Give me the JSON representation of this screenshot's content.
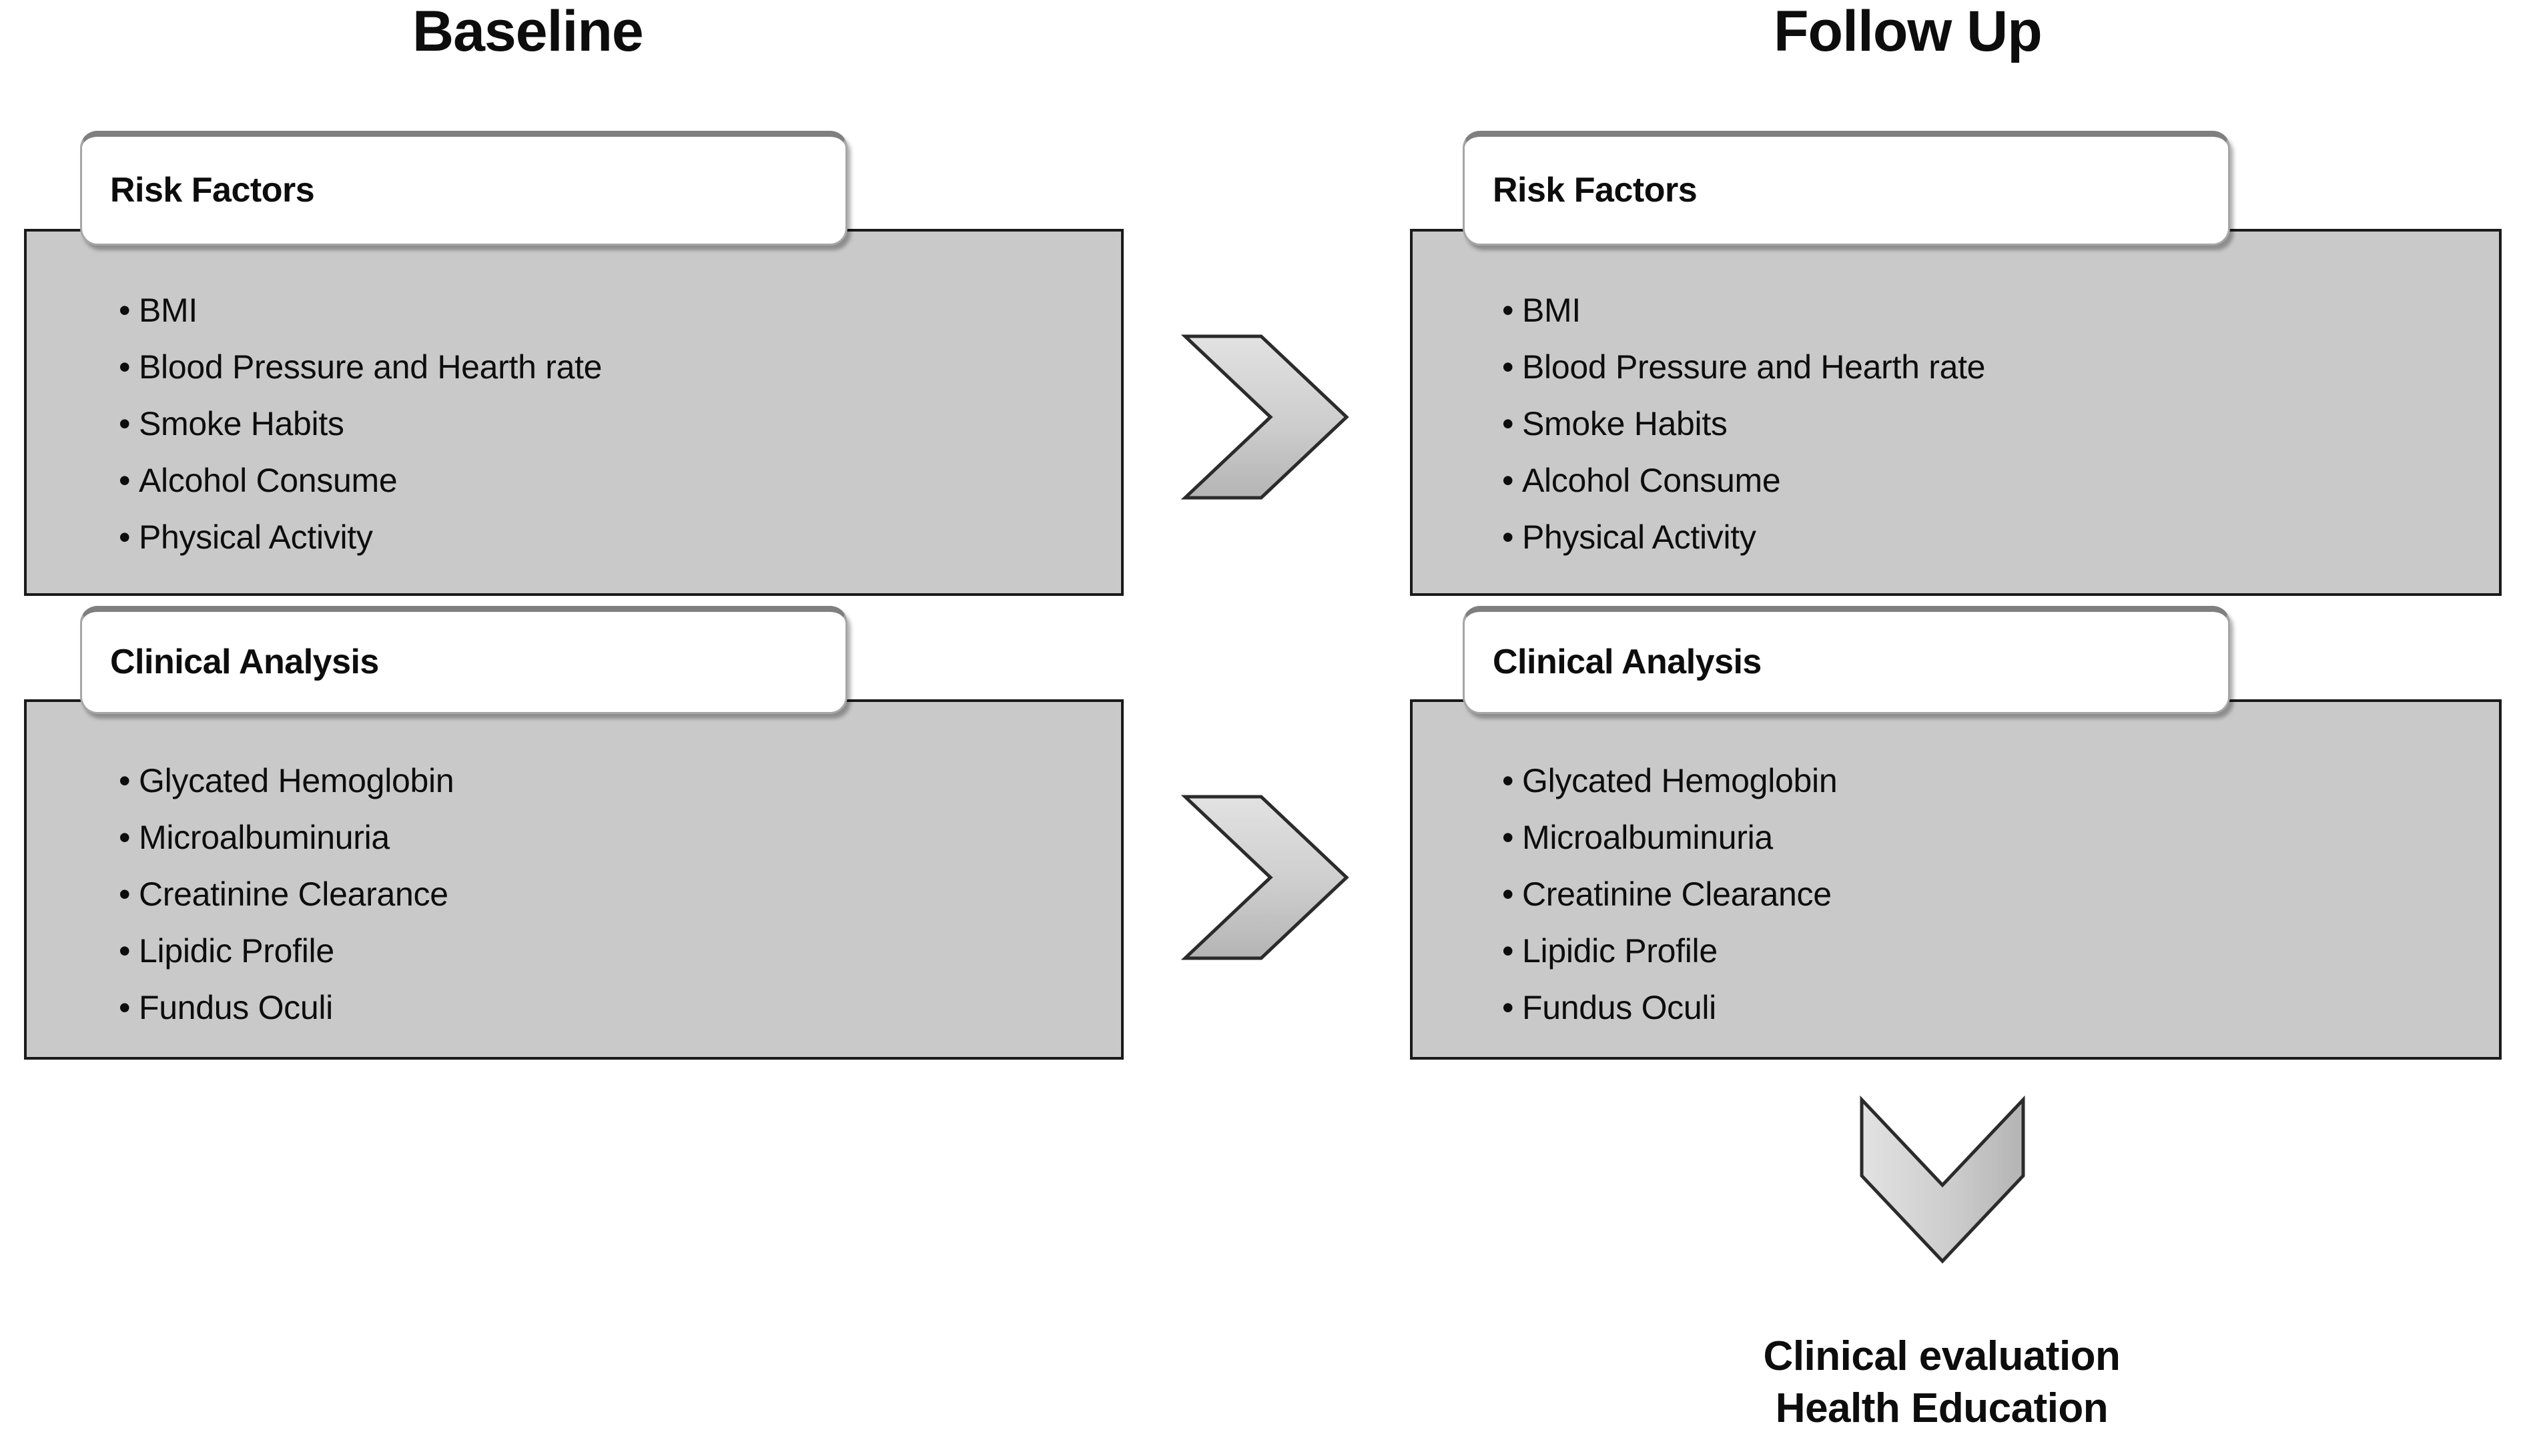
{
  "columns": [
    {
      "title": "Baseline",
      "sections": [
        {
          "heading": "Risk Factors",
          "items": [
            "BMI",
            "Blood Pressure and Hearth rate",
            "Smoke Habits",
            "Alcohol  Consume",
            "Physical Activity"
          ]
        },
        {
          "heading": "Clinical Analysis",
          "items": [
            "Glycated Hemoglobin",
            "Microalbuminuria",
            "Creatinine Clearance",
            "Lipidic Profile",
            "Fundus Oculi"
          ]
        }
      ]
    },
    {
      "title": "Follow Up",
      "sections": [
        {
          "heading": "Risk Factors",
          "items": [
            "BMI",
            "Blood Pressure and Hearth rate",
            "Smoke Habits",
            "Alcohol  Consume",
            "Physical Activity"
          ]
        },
        {
          "heading": "Clinical Analysis",
          "items": [
            "Glycated Hemoglobin",
            "Microalbuminuria",
            "Creatinine Clearance",
            "Lipidic Profile",
            "Fundus Oculi"
          ]
        }
      ]
    }
  ],
  "arrows": [
    {
      "name": "risk-factors-progress-arrow",
      "direction": "right"
    },
    {
      "name": "clinical-analysis-progress-arrow",
      "direction": "right"
    },
    {
      "name": "outcome-arrow",
      "direction": "down"
    }
  ],
  "outcome": {
    "line1": "Clinical evaluation",
    "line2": "Health Education"
  },
  "colors": {
    "panel_fill": "#c9c9c9",
    "panel_border": "#1a1a1a",
    "card_fill": "#ffffff",
    "card_border": "#a6a6a6",
    "card_top_bar": "#7f7f7f",
    "arrow_fill": "#c9c9c9",
    "arrow_stroke": "#1a1a1a",
    "text": "#0d0d0d"
  }
}
